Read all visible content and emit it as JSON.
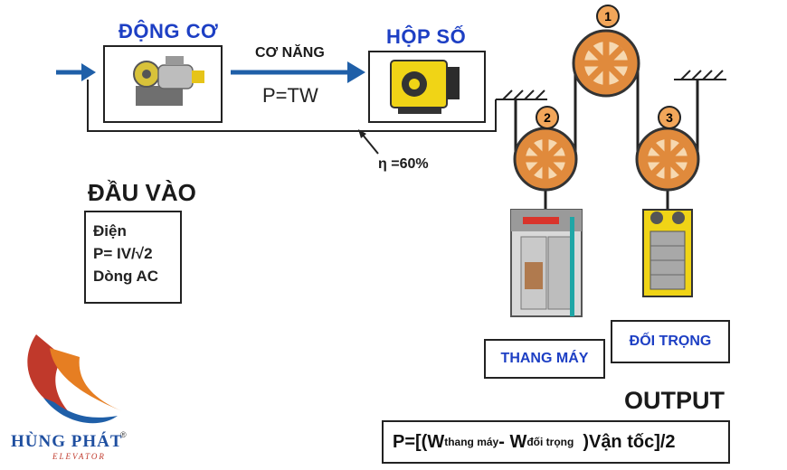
{
  "motor": {
    "title": "ĐỘNG CƠ"
  },
  "gearbox": {
    "title": "HỘP SỐ"
  },
  "mechanical": {
    "label": "CƠ NĂNG",
    "formula": "P=TW"
  },
  "efficiency": {
    "label": "η =60%"
  },
  "input": {
    "title": "ĐẦU VÀO",
    "lines": [
      "Điện",
      "P= IV/√2",
      "Dòng AC"
    ]
  },
  "pulleys": [
    {
      "number": "1"
    },
    {
      "number": "2"
    },
    {
      "number": "3"
    }
  ],
  "car": {
    "label": "THANG MÁY"
  },
  "counterweight": {
    "label": "ĐỐI TRỌNG"
  },
  "output": {
    "title": "OUTPUT",
    "formula_start": "P=[(W",
    "sub_car": "thang máy",
    "minus": " - W",
    "sub_cw": "đối trọng",
    "formula_end": ")Vận tốc]/2"
  },
  "logo": {
    "brand": "HÙNG PHÁT",
    "sub": "ELEVATOR",
    "mark": "®"
  },
  "colors": {
    "blue": "#1d3fc4",
    "arrow_blue": "#1f5fa8",
    "pulley": "#e08a3c",
    "pulley_spoke": "#f6d8b0",
    "logo_red": "#c0392b",
    "logo_orange": "#e67e22"
  }
}
